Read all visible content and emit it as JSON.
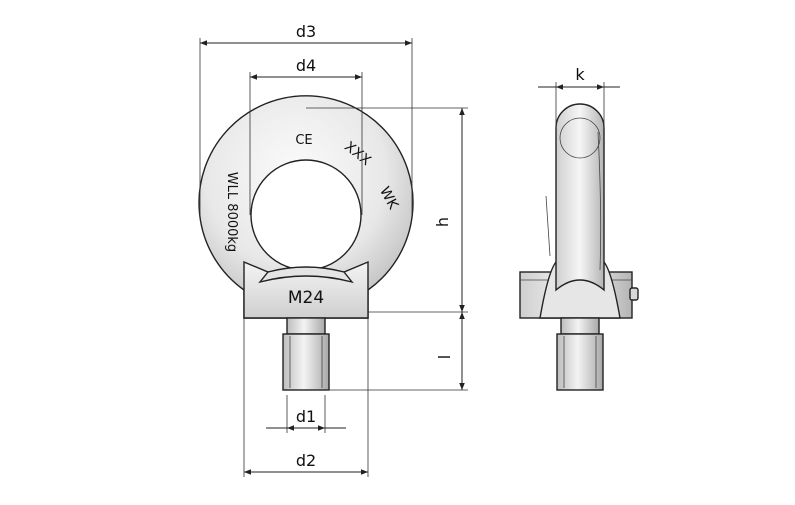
{
  "dimensions": {
    "d3": "d3",
    "d4": "d4",
    "h": "h",
    "l": "l",
    "d1": "d1",
    "d2": "d2",
    "k": "k"
  },
  "markings": {
    "ce": "CE",
    "code": "XXX",
    "brand": "WK",
    "wll": "WLL 8000kg",
    "thread_size": "M24"
  },
  "colors": {
    "part_light": "#f2f2f2",
    "part_mid": "#d6d6d6",
    "part_dark": "#9a9a9a",
    "line": "#222222"
  }
}
